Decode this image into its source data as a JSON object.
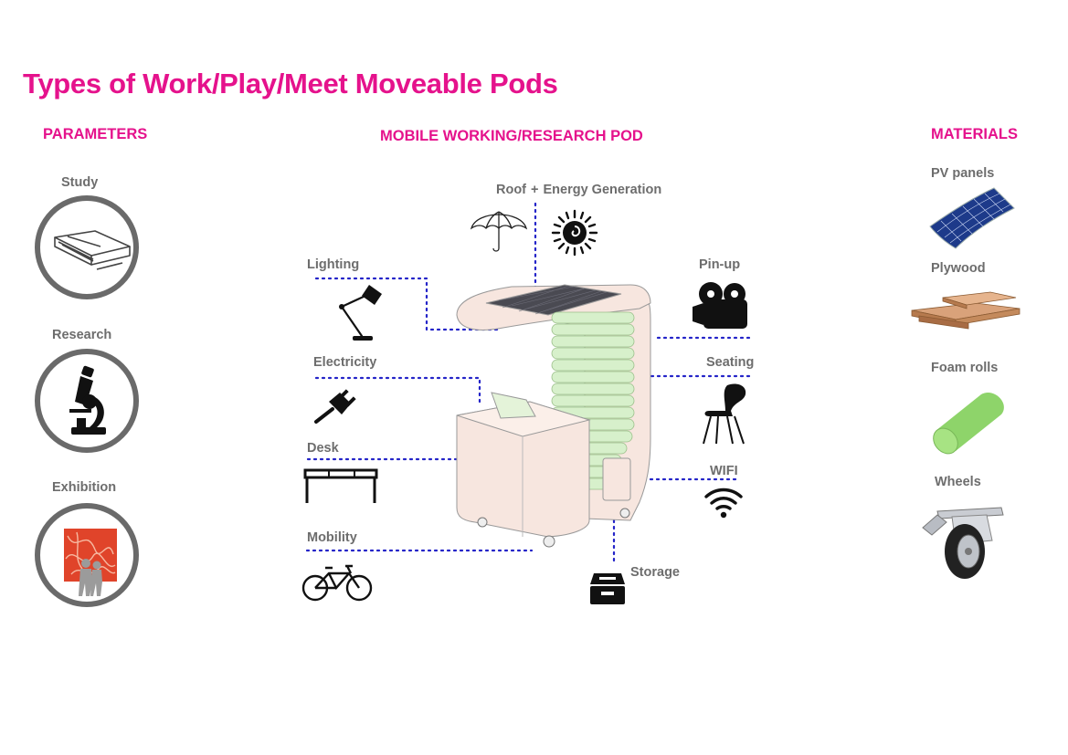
{
  "title": "Types of Work/Play/Meet Moveable Pods",
  "parameters": {
    "heading": "PARAMETERS",
    "items": [
      {
        "label": "Study",
        "icon": "book-icon"
      },
      {
        "label": "Research",
        "icon": "microscope-icon"
      },
      {
        "label": "Exhibition",
        "icon": "exhibition-icon"
      }
    ]
  },
  "pod": {
    "heading": "MOBILE WORKING/RESEARCH POD",
    "features": {
      "roof": "Roof",
      "plus": "+",
      "energy": "Energy Generation",
      "lighting": "Lighting",
      "electricity": "Electricity",
      "desk": "Desk",
      "mobility": "Mobility",
      "pinup": "Pin-up",
      "seating": "Seating",
      "wifi": "WIFI",
      "storage": "Storage"
    }
  },
  "materials": {
    "heading": "MATERIALS",
    "items": [
      {
        "label": "PV panels",
        "icon": "solar-panel-icon"
      },
      {
        "label": "Plywood",
        "icon": "plywood-icon"
      },
      {
        "label": "Foam rolls",
        "icon": "foam-roll-icon"
      },
      {
        "label": "Wheels",
        "icon": "caster-wheel-icon"
      }
    ]
  },
  "colors": {
    "accent": "#e5128c",
    "label_gray": "#6d6d6d",
    "dotted_line": "#2424c8",
    "pod_fill": "#f7e6df",
    "seat_green": "#d7f0cb"
  }
}
